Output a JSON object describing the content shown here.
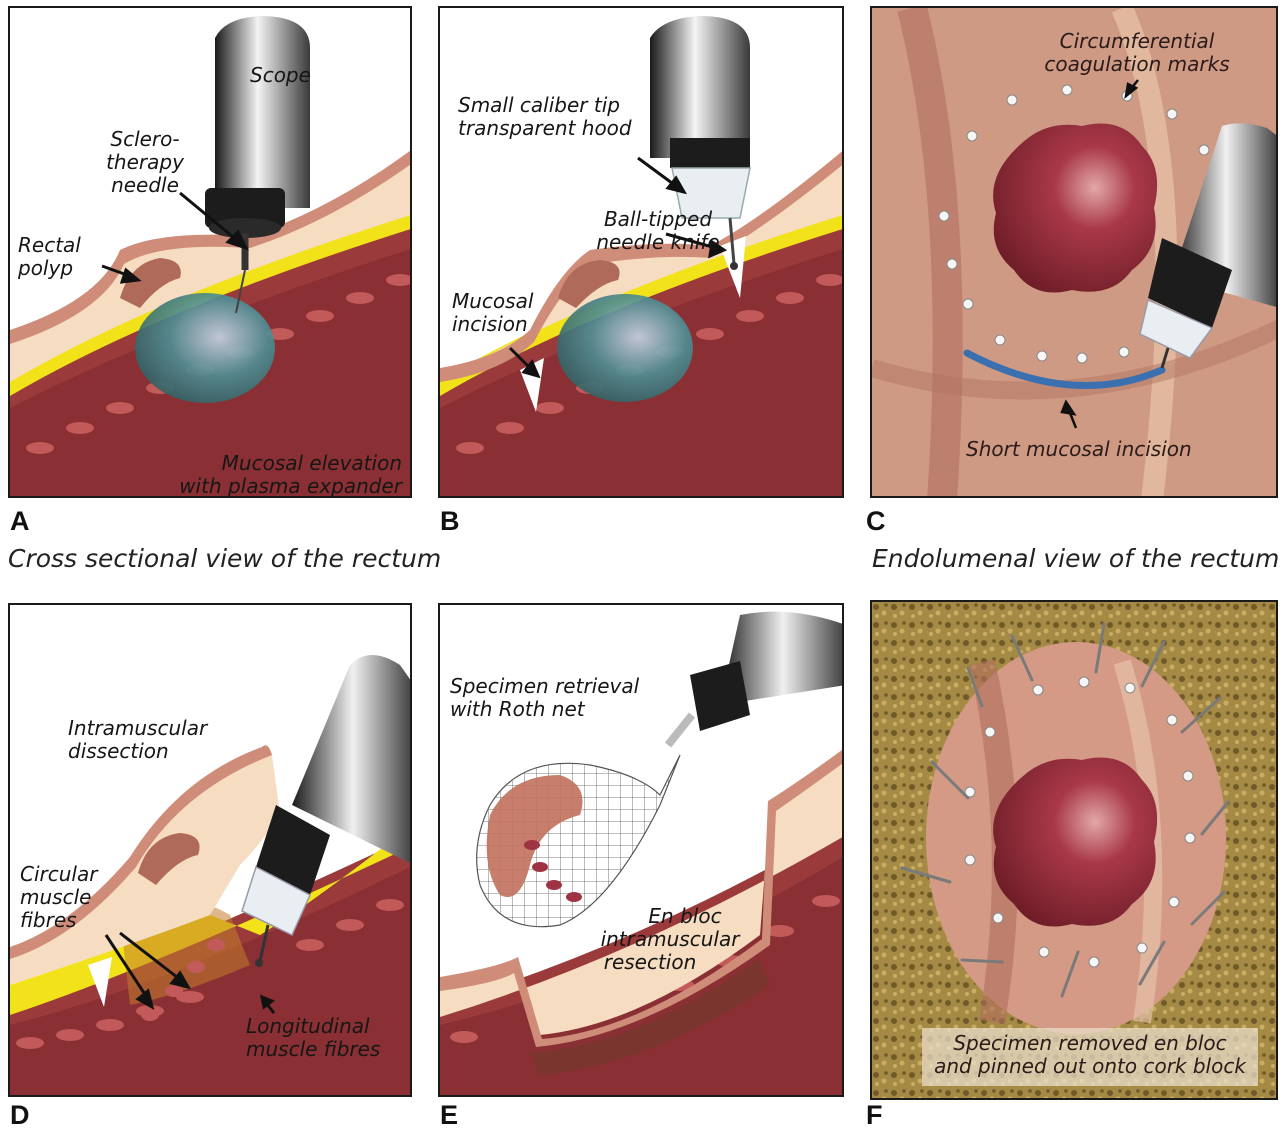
{
  "panels": {
    "A": {
      "letter": "A",
      "labels": {
        "scope": "Scope",
        "needle_1": "Sclero-",
        "needle_2": "therapy",
        "needle_3": "needle",
        "polyp_1": "Rectal",
        "polyp_2": "polyp",
        "elev_1": "Mucosal elevation",
        "elev_2": "with plasma expander"
      }
    },
    "B": {
      "letter": "B",
      "labels": {
        "hood_1": "Small caliber tip",
        "hood_2": "transparent hood",
        "knife_1": "Ball-tipped",
        "knife_2": "needle knife",
        "incision_1": "Mucosal",
        "incision_2": "incision"
      }
    },
    "C": {
      "letter": "C",
      "labels": {
        "coag_1": "Circumferential",
        "coag_2": "coagulation marks",
        "short": "Short mucosal incision"
      }
    },
    "D": {
      "letter": "D",
      "labels": {
        "intra_1": "Intramuscular",
        "intra_2": "dissection",
        "circ_1": "Circular",
        "circ_2": "muscle",
        "circ_3": "fibres",
        "long_1": "Longitudinal",
        "long_2": "muscle fibres"
      }
    },
    "E": {
      "letter": "E",
      "labels": {
        "spec_1": "Specimen retrieval",
        "spec_2": "with Roth net",
        "enbloc_1": "En bloc",
        "enbloc_2": "intramuscular",
        "enbloc_3": "resection"
      }
    },
    "F": {
      "letter": "F",
      "labels": {
        "removed_1": "Specimen removed en bloc",
        "removed_2": "and pinned out onto cork block"
      }
    }
  },
  "captions": {
    "cross": "Cross sectional view of the rectum",
    "endo": "Endolumenal view of the rectum"
  },
  "colors": {
    "mucosa": "#cf8c78",
    "submucosa": "#f6dcc0",
    "fat": "#f2e21a",
    "muscle": "#9a3a3a",
    "muscle_band": "#c25a5a",
    "polyp": "#8e2a33",
    "bleb": "#4a8f88",
    "endo_bg": "#cf9a84",
    "cork": "#a58a45",
    "incision_line": "#3a6fb0"
  }
}
